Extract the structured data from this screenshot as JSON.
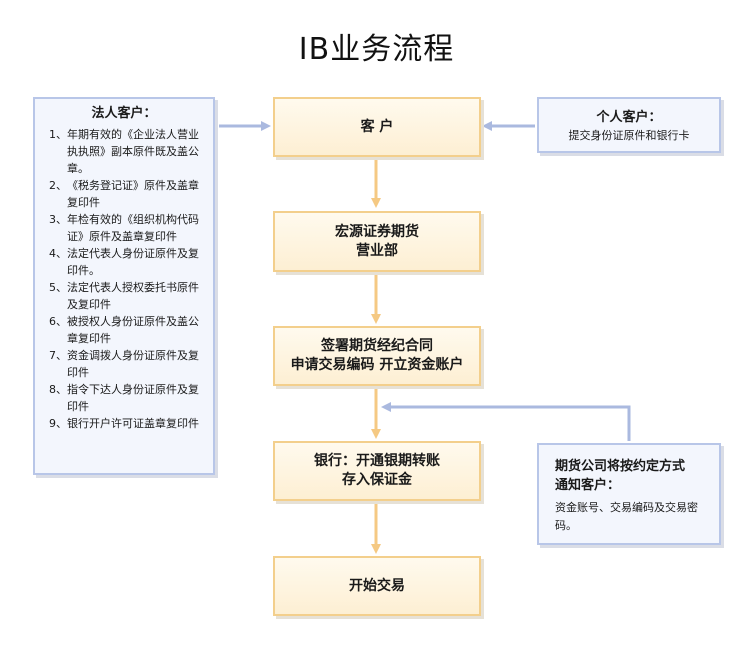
{
  "title": "IB业务流程",
  "flow": {
    "customer": "客 户",
    "branch_line1": "宏源证券期货",
    "branch_line2": "营业部",
    "contract_line1": "签署期货经纪合同",
    "contract_line2": "申请交易编码  开立资金账户",
    "bank_line1": "银行：开通银期转账",
    "bank_line2": "存入保证金",
    "start": "开始交易"
  },
  "legal_customer": {
    "heading": "法人客户：",
    "items": [
      {
        "num": "1、",
        "text": "年期有效的《企业法人营业执执照》副本原件既及盖公章。"
      },
      {
        "num": "2、",
        "text": "《税务登记证》原件及盖章复印件"
      },
      {
        "num": "3、",
        "text": "年检有效的《组织机构代码证》原件及盖章复印件"
      },
      {
        "num": "4、",
        "text": "法定代表人身份证原件及复印件。"
      },
      {
        "num": "5、",
        "text": "法定代表人授权委托书原件及复印件"
      },
      {
        "num": "6、",
        "text": "被授权人身份证原件及盖公章复印件"
      },
      {
        "num": "7、",
        "text": "资金调拨人身份证原件及复印件"
      },
      {
        "num": "8、",
        "text": "指令下达人身份证原件及复印件"
      },
      {
        "num": "9、",
        "text": "银行开户许可证盖章复印件"
      }
    ]
  },
  "personal_customer": {
    "heading": "个人客户：",
    "text": "提交身份证原件和银行卡"
  },
  "notice": {
    "heading_line1": "期货公司将按约定方式",
    "heading_line2": "通知客户：",
    "body": "资金账号、交易编码及交易密码。"
  },
  "colors": {
    "orange_border": "#f3cf8c",
    "orange_fill": "#fdefd3",
    "blue_border": "#b8c6e8",
    "blue_fill": "#f3f6fd",
    "orange_arrow": "#f5c983",
    "blue_arrow": "#aab9df"
  }
}
